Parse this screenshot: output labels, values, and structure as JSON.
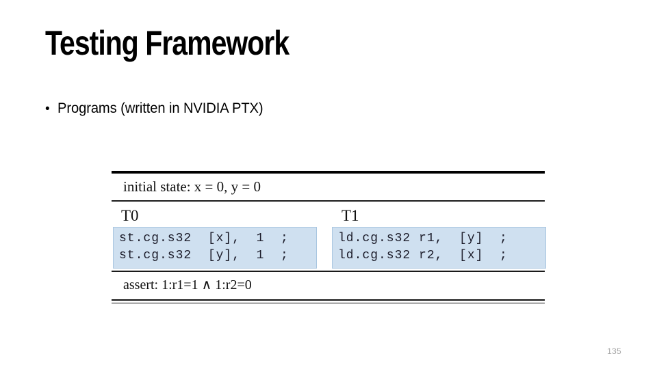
{
  "slide": {
    "title": "Testing Framework",
    "page_number": "135",
    "background_color": "#ffffff"
  },
  "bullets": [
    {
      "marker": "•",
      "text": "Programs (written in NVIDIA PTX)"
    }
  ],
  "litmus_test": {
    "initial_state_label": "initial state:",
    "initial_state_value": "x = 0, y = 0",
    "initial_state_line": "initial state:  x = 0, y = 0",
    "threads": [
      {
        "label": "T0",
        "code": [
          "st.cg.s32  [x],  1  ;",
          "st.cg.s32  [y],  1  ;"
        ]
      },
      {
        "label": "T1",
        "code": [
          "ld.cg.s32 r1,  [y]  ;",
          "ld.cg.s32 r2,  [x]  ;"
        ]
      }
    ],
    "assert_label": "assert:",
    "assert_value": "1:r1=1 ∧ 1:r2=0",
    "assert_line": "assert:  1:r1=1 ∧ 1:r2=0",
    "highlight_color": "#cfe0f0",
    "highlight_border_color": "#a9c6e0"
  }
}
